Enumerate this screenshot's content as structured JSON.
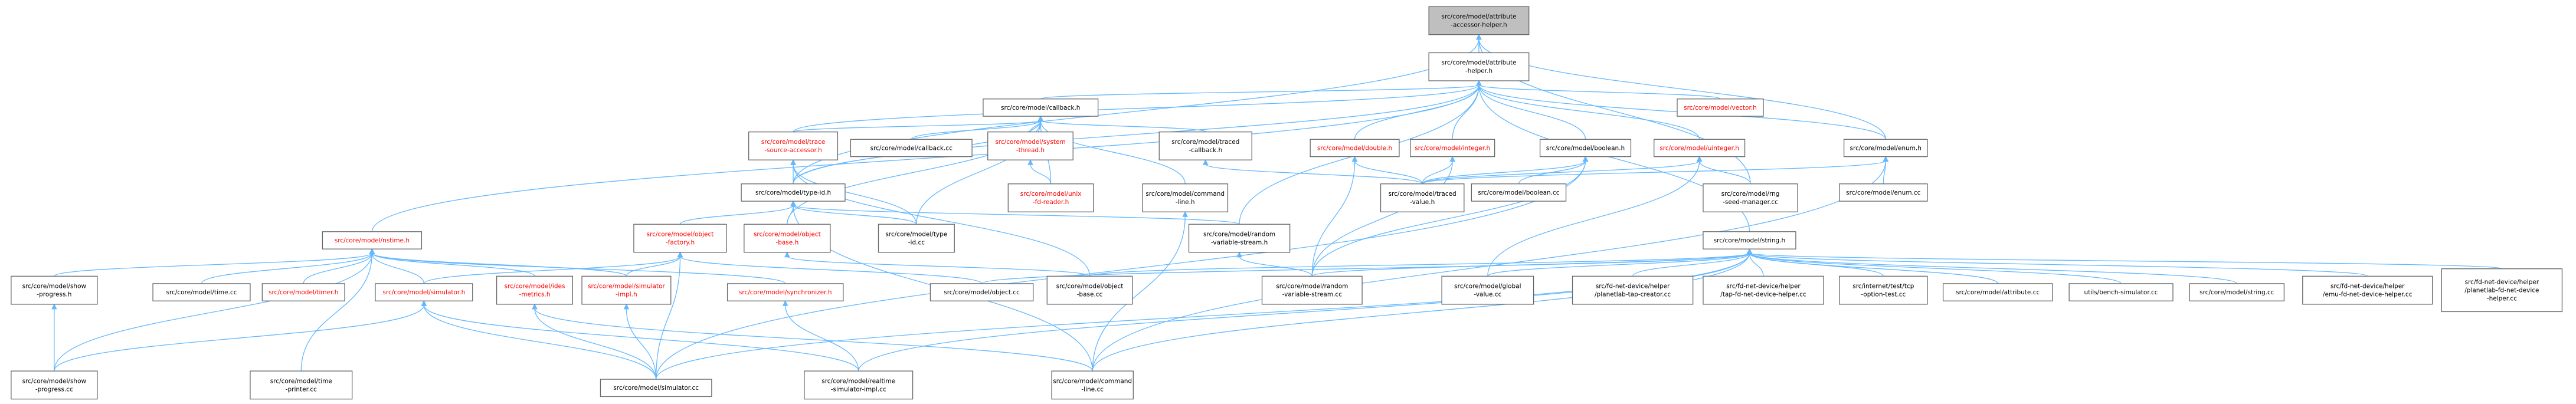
{
  "graph": {
    "title": "src/core/model/attribute-accessor-helper.h",
    "colors": {
      "root_fill": "#bfbfbf",
      "node_fill": "#ffffff",
      "node_border": "#666666",
      "text_normal": "#000000",
      "text_external": "#ff0000",
      "edge": "#63b8ff"
    },
    "nodes": [
      {
        "id": "aah",
        "lines": [
          "src/core/model/attribute",
          "-accessor-helper.h"
        ],
        "root": true
      },
      {
        "id": "ahh",
        "lines": [
          "src/core/model/attribute",
          "-helper.h"
        ]
      },
      {
        "id": "cbh",
        "lines": [
          "src/core/model/callback.h"
        ]
      },
      {
        "id": "vec",
        "lines": [
          "src/core/model/vector.h"
        ],
        "red": true
      },
      {
        "id": "enm",
        "lines": [
          "src/core/model/enum.h"
        ]
      },
      {
        "id": "tsa",
        "lines": [
          "src/core/model/trace",
          "-source-accessor.h"
        ],
        "red": true
      },
      {
        "id": "cbc",
        "lines": [
          "src/core/model/callback.cc"
        ]
      },
      {
        "id": "sth",
        "lines": [
          "src/core/model/system",
          "-thread.h"
        ],
        "red": true
      },
      {
        "id": "tcb",
        "lines": [
          "src/core/model/traced",
          "-callback.h"
        ]
      },
      {
        "id": "dbl",
        "lines": [
          "src/core/model/double.h"
        ],
        "red": true
      },
      {
        "id": "int",
        "lines": [
          "src/core/model/integer.h"
        ],
        "red": true
      },
      {
        "id": "boo",
        "lines": [
          "src/core/model/boolean.h"
        ]
      },
      {
        "id": "uin",
        "lines": [
          "src/core/model/uinteger.h"
        ],
        "red": true
      },
      {
        "id": "ufr",
        "lines": [
          "src/core/model/unix",
          "-fd-reader.h"
        ],
        "red": true
      },
      {
        "id": "clh",
        "lines": [
          "src/core/model/command",
          "-line.h"
        ]
      },
      {
        "id": "tyh",
        "lines": [
          "src/core/model/type-id.h"
        ]
      },
      {
        "id": "tvh",
        "lines": [
          "src/core/model/traced",
          "-value.h"
        ]
      },
      {
        "id": "boc",
        "lines": [
          "src/core/model/boolean.cc"
        ]
      },
      {
        "id": "rng",
        "lines": [
          "src/core/model/rng",
          "-seed-manager.cc"
        ]
      },
      {
        "id": "enc",
        "lines": [
          "src/core/model/enum.cc"
        ]
      },
      {
        "id": "nst",
        "lines": [
          "src/core/model/nstime.h"
        ],
        "red": true
      },
      {
        "id": "ofh",
        "lines": [
          "src/core/model/object",
          "-factory.h"
        ],
        "red": true
      },
      {
        "id": "obh",
        "lines": [
          "src/core/model/object",
          "-base.h"
        ],
        "red": true
      },
      {
        "id": "tyc",
        "lines": [
          "src/core/model/type",
          "-id.cc"
        ]
      },
      {
        "id": "rvs",
        "lines": [
          "src/core/model/random",
          "-variable-stream.h"
        ]
      },
      {
        "id": "str",
        "lines": [
          "src/core/model/string.h"
        ]
      },
      {
        "id": "shh",
        "lines": [
          "src/core/model/show",
          "-progress.h"
        ]
      },
      {
        "id": "tmc",
        "lines": [
          "src/core/model/time.cc"
        ]
      },
      {
        "id": "tmr",
        "lines": [
          "src/core/model/timer.h"
        ],
        "red": true
      },
      {
        "id": "smh",
        "lines": [
          "src/core/model/simulator.h"
        ],
        "red": true
      },
      {
        "id": "ide",
        "lines": [
          "src/core/model/ides",
          "-metrics.h"
        ],
        "red": true
      },
      {
        "id": "sih",
        "lines": [
          "src/core/model/simulator",
          "-impl.h"
        ],
        "red": true
      },
      {
        "id": "syn",
        "lines": [
          "src/core/model/synchronizer.h"
        ],
        "red": true
      },
      {
        "id": "obc",
        "lines": [
          "src/core/model/object.cc"
        ]
      },
      {
        "id": "obb",
        "lines": [
          "src/core/model/object",
          "-base.cc"
        ]
      },
      {
        "id": "rvc",
        "lines": [
          "src/core/model/random",
          "-variable-stream.cc"
        ]
      },
      {
        "id": "glb",
        "lines": [
          "src/core/model/global",
          "-value.cc"
        ]
      },
      {
        "id": "ptc",
        "lines": [
          "src/fd-net-device/helper",
          "/planetlab-tap-creator.cc"
        ]
      },
      {
        "id": "tch",
        "lines": [
          "src/fd-net-device/helper",
          "/tap-fd-net-device-helper.cc"
        ]
      },
      {
        "id": "tcp",
        "lines": [
          "src/internet/test/tcp",
          "-option-test.cc"
        ]
      },
      {
        "id": "atc",
        "lines": [
          "src/core/model/attribute.cc"
        ]
      },
      {
        "id": "bch",
        "lines": [
          "utils/bench-simulator.cc"
        ]
      },
      {
        "id": "stc",
        "lines": [
          "src/core/model/string.cc"
        ]
      },
      {
        "id": "emu",
        "lines": [
          "src/fd-net-device/helper",
          "/emu-fd-net-device-helper.cc"
        ]
      },
      {
        "id": "plf",
        "lines": [
          "src/fd-net-device/helper",
          "/planetlab-fd-net-device",
          "-helper.cc"
        ]
      },
      {
        "id": "shc",
        "lines": [
          "src/core/model/show",
          "-progress.cc"
        ]
      },
      {
        "id": "tpr",
        "lines": [
          "src/core/model/time",
          "-printer.cc"
        ]
      },
      {
        "id": "smc",
        "lines": [
          "src/core/model/simulator.cc"
        ]
      },
      {
        "id": "rts",
        "lines": [
          "src/core/model/realtime",
          "-simulator-impl.cc"
        ]
      },
      {
        "id": "clc",
        "lines": [
          "src/core/model/command",
          "-line.cc"
        ]
      }
    ],
    "edges": [
      [
        "aah",
        "ahh"
      ],
      [
        "aah",
        "tyh"
      ],
      [
        "aah",
        "enm"
      ],
      [
        "aah",
        "rng"
      ],
      [
        "ahh",
        "cbh"
      ],
      [
        "ahh",
        "vec"
      ],
      [
        "ahh",
        "enm"
      ],
      [
        "ahh",
        "tsa"
      ],
      [
        "ahh",
        "dbl"
      ],
      [
        "ahh",
        "int"
      ],
      [
        "ahh",
        "boo"
      ],
      [
        "ahh",
        "uin"
      ],
      [
        "ahh",
        "nst"
      ],
      [
        "ahh",
        "tyh"
      ],
      [
        "ahh",
        "rvs"
      ],
      [
        "ahh",
        "str"
      ],
      [
        "cbh",
        "tsa"
      ],
      [
        "cbh",
        "cbc"
      ],
      [
        "cbh",
        "sth"
      ],
      [
        "cbh",
        "tcb"
      ],
      [
        "cbh",
        "ufr"
      ],
      [
        "cbh",
        "clh"
      ],
      [
        "cbh",
        "tyh"
      ],
      [
        "cbh",
        "obh"
      ],
      [
        "cbh",
        "tyc"
      ],
      [
        "tsa",
        "tyh"
      ],
      [
        "tsa",
        "tyc"
      ],
      [
        "tsa",
        "obb"
      ],
      [
        "sth",
        "ufr"
      ],
      [
        "tcb",
        "tvh"
      ],
      [
        "dbl",
        "tvh"
      ],
      [
        "dbl",
        "rvc"
      ],
      [
        "int",
        "tvh"
      ],
      [
        "int",
        "rvc"
      ],
      [
        "boo",
        "tvh"
      ],
      [
        "boo",
        "boc"
      ],
      [
        "boo",
        "rvc"
      ],
      [
        "boo",
        "smc"
      ],
      [
        "uin",
        "tvh"
      ],
      [
        "uin",
        "rng"
      ],
      [
        "uin",
        "glb"
      ],
      [
        "enm",
        "tvh"
      ],
      [
        "enm",
        "enc"
      ],
      [
        "enm",
        "clc"
      ],
      [
        "clh",
        "clc"
      ],
      [
        "tyh",
        "ofh"
      ],
      [
        "tyh",
        "obh"
      ],
      [
        "tyh",
        "tyc"
      ],
      [
        "tyh",
        "rvs"
      ],
      [
        "tyh",
        "clc"
      ],
      [
        "ofh",
        "smh"
      ],
      [
        "ofh",
        "sih"
      ],
      [
        "ofh",
        "obc"
      ],
      [
        "ofh",
        "smc"
      ],
      [
        "obh",
        "obb"
      ],
      [
        "rvs",
        "rvc"
      ],
      [
        "nst",
        "shh"
      ],
      [
        "nst",
        "tmc"
      ],
      [
        "nst",
        "tmr"
      ],
      [
        "nst",
        "smh"
      ],
      [
        "nst",
        "ide"
      ],
      [
        "nst",
        "sih"
      ],
      [
        "nst",
        "syn"
      ],
      [
        "nst",
        "shc"
      ],
      [
        "nst",
        "tpr"
      ],
      [
        "shh",
        "shc"
      ],
      [
        "smh",
        "shc"
      ],
      [
        "smh",
        "smc"
      ],
      [
        "smh",
        "rts"
      ],
      [
        "ide",
        "smc"
      ],
      [
        "ide",
        "clc"
      ],
      [
        "sih",
        "smc"
      ],
      [
        "syn",
        "rts"
      ],
      [
        "str",
        "obc"
      ],
      [
        "str",
        "obb"
      ],
      [
        "str",
        "rvc"
      ],
      [
        "str",
        "glb"
      ],
      [
        "str",
        "ptc"
      ],
      [
        "str",
        "tch"
      ],
      [
        "str",
        "tcp"
      ],
      [
        "str",
        "atc"
      ],
      [
        "str",
        "bch"
      ],
      [
        "str",
        "stc"
      ],
      [
        "str",
        "emu"
      ],
      [
        "str",
        "plf"
      ],
      [
        "str",
        "smc"
      ],
      [
        "str",
        "rts"
      ],
      [
        "str",
        "clc"
      ]
    ]
  }
}
